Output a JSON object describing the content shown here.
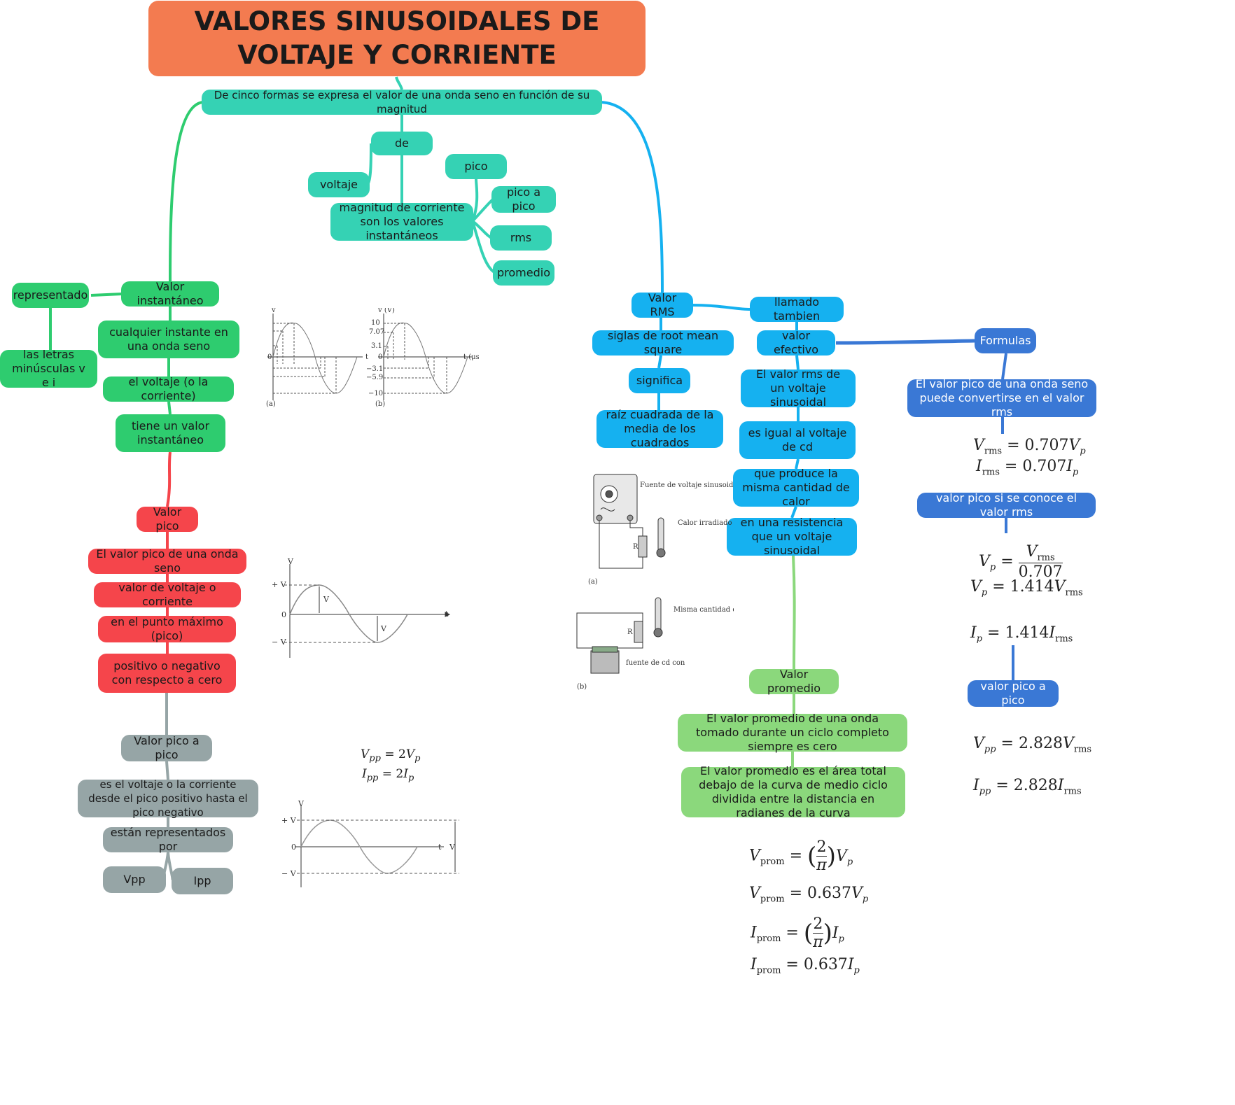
{
  "title": "VALORES SINUSOIDALES DE VOLTAJE Y CORRIENTE",
  "root": "De cinco formas se expresa el valor de una onda seno en función de su magnitud",
  "center": {
    "de": "de",
    "voltaje": "voltaje",
    "magnitud": "magnitud de corriente son los valores instantáneos",
    "pico": "pico",
    "pico_a_pico": "pico a pico",
    "rms": "rms",
    "promedio": "promedio"
  },
  "instantaneo": {
    "head": "Valor instantáneo",
    "representado": "representado",
    "letras": "las letras minúsculas v e i",
    "items": [
      "cualquier instante en una onda seno",
      "el voltaje (o la corriente)",
      "tiene un valor instantáneo"
    ]
  },
  "pico": {
    "head": "Valor pico",
    "items": [
      "El valor pico de una onda seno",
      "valor de voltaje o corriente",
      "en el punto máximo (pico)",
      "positivo o negativo con respecto a cero"
    ]
  },
  "picoapico": {
    "head": "Valor pico a pico",
    "items": [
      "es el voltaje o la corriente desde el pico positivo hasta el pico negativo",
      "están representados por"
    ],
    "vpp": "Vpp",
    "ipp": "Ipp"
  },
  "rms": {
    "head": "Valor RMS",
    "siglas": "siglas de root mean square",
    "significa": "significa",
    "raiz": "raíz cuadrada de la media de los cuadrados",
    "llamado": "llamado tambien",
    "efectivo": "valor efectivo",
    "chain": [
      "El valor rms de un voltaje sinusoidal",
      "es igual al voltaje de cd",
      "que produce la misma cantidad de calor",
      "en una resistencia que un voltaje sinusoidal"
    ]
  },
  "formulas": {
    "head": "Formulas",
    "convert": "El valor pico de una onda seno puede convertirse en el valor rms",
    "peak_from_rms": "valor pico si se conoce el valor rms",
    "pp": "valor pico a pico"
  },
  "promedio": {
    "head": "Valor promedio",
    "items": [
      "El valor promedio de una onda tomado durante un ciclo completo siempre es cero",
      "El valor promedio es el área total debajo de la curva de medio ciclo dividida entre la distancia en radianes de la curva"
    ]
  },
  "figures": {
    "fuente_voltaje": "Fuente de voltaje sinusoidal",
    "calor": "Calor irradiado",
    "misma": "Misma cantidad de calor irradiado que en la parte (a)",
    "fuente_cd": "fuente de cd con",
    "a": "(a)",
    "b": "(b)"
  },
  "colors": {
    "teal": "#35d2b4",
    "green": "#2ecc6f",
    "red": "#f5454b",
    "gray": "#96a5a6",
    "blue": "#15b1f0",
    "dark_blue": "#3a78d5",
    "light_green": "#8bd87c",
    "title": "#f37b50"
  }
}
